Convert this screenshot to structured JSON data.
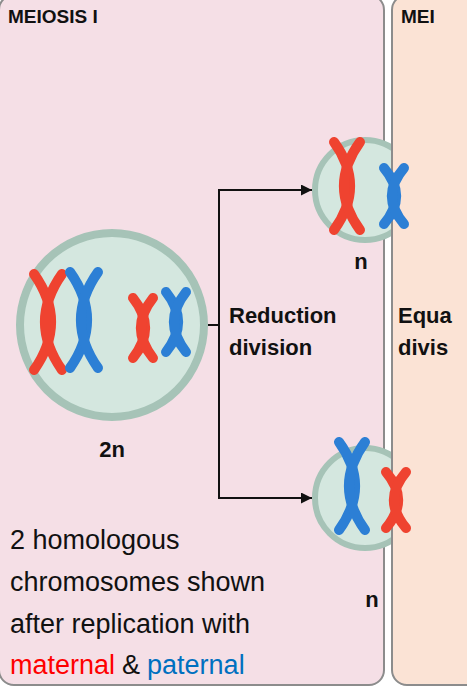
{
  "diagram": {
    "nodes": [
      {
        "text": [
          "MEIOSIS I"
        ]
      },
      {
        "text": [
          "MEI"
        ]
      },
      {
        "text": [
          "2n"
        ],
        "in": 0
      },
      {
        "text": [
          "n"
        ],
        "in": 0
      },
      {
        "text": [
          "n"
        ],
        "in": 0
      }
    ],
    "edges": [
      {
        "from": 2,
        "to": 3,
        "arrow": "to"
      },
      {
        "from": 2,
        "to": 4,
        "arrow": "to"
      }
    ],
    "labels": [
      "Reduction division",
      "Equa divis",
      "2 homologous chromosomes shown after replication with",
      "maternal",
      "&",
      "paternal"
    ]
  }
}
